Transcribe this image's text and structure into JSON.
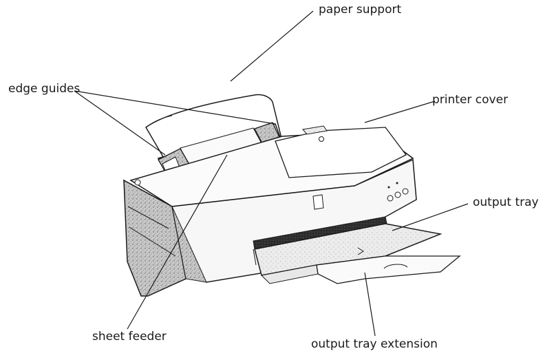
{
  "labels": {
    "paper_support": "paper support",
    "edge_guides": "edge guides",
    "printer_cover": "printer cover",
    "output_tray": "output tray",
    "sheet_feeder": "sheet feeder",
    "output_tray_extension": "output tray extension"
  },
  "colors": {
    "line": "#1a1a1a",
    "body_fill": "#f4f4f4",
    "shade_dark": "#9a9a9a",
    "shade_light": "#cfcfcf"
  }
}
